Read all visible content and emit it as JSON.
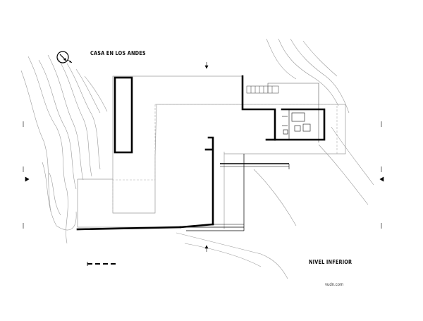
{
  "drawing": {
    "project_title": "CASA EN LOS ANDES",
    "level_label": "NIVEL INFERIOR",
    "credit": "vudn.com",
    "icons": [
      "north-arrow-icon",
      "scale-bar-icon",
      "section-marker-icon"
    ],
    "colors": {
      "ink": "#000000",
      "thin_line": "#888888",
      "contour": "#9a9a9a",
      "background": "#ffffff"
    }
  }
}
